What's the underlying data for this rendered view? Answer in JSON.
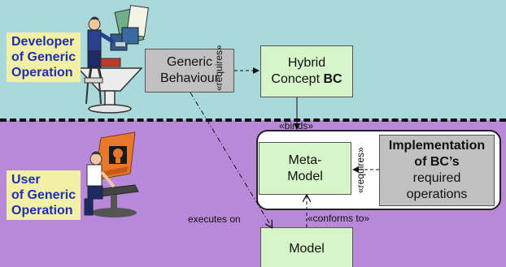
{
  "roles": {
    "developer": [
      "Developer",
      "of Generic",
      "Operation"
    ],
    "user": [
      "User",
      "of Generic",
      "Operation"
    ]
  },
  "boxes": {
    "generic_behaviour": [
      "Generic",
      "Behaviour"
    ],
    "hybrid_concept": {
      "line1": "Hybrid",
      "line2_prefix": "Concept ",
      "line2_bold": "BC"
    },
    "meta_model": [
      "Meta-",
      "Model"
    ],
    "implementation": {
      "bold1": "Implementation",
      "bold2": "of BC’s",
      "rest1": "required",
      "rest2": "operations"
    },
    "model": "Model"
  },
  "edges": {
    "requires_top": "«requires»",
    "binds": "«binds»",
    "requires_right": "«requires»",
    "conforms_to": "«conforms to»",
    "executes_on": "executes on"
  },
  "icons": [
    "developer-clipart-icon",
    "user-at-computer-clipart-icon"
  ]
}
